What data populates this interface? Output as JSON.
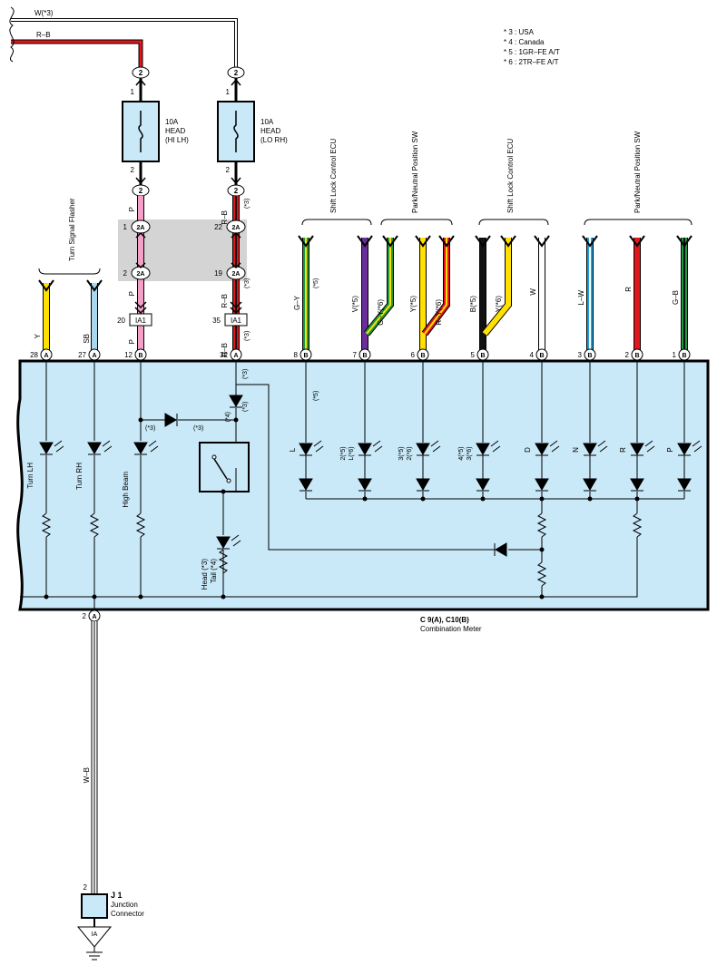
{
  "notes": [
    "* 3 : USA",
    "* 4 : Canada",
    "* 5 : 1GR–FE A/T",
    "* 6 : 2TR–FE A/T"
  ],
  "colors": {
    "W": "#ffffff",
    "R": "#e0161b",
    "B": "#111111",
    "P": "#f39fc6",
    "Y": "#ffe000",
    "SB": "#a8d8f0",
    "G": "#1e9a3c",
    "V": "#6a2d9a",
    "L": "#1aa3de",
    "meter_bg": "#c9e8f8",
    "gray_block": "#d4d4d4"
  },
  "top_wires": {
    "w": "W(*3)",
    "rb": "R–B"
  },
  "fuses": [
    {
      "id": "fuse-hi-lh",
      "amp": "10A",
      "name": "HEAD",
      "side": "(HI LH)",
      "pin_top_conn": "2",
      "pin_top": "1",
      "pin_bot": "2",
      "pin_bot_conn": "2"
    },
    {
      "id": "fuse-lo-rh",
      "amp": "10A",
      "name": "HEAD",
      "side": "(LO RH)",
      "pin_top_conn": "2",
      "pin_top": "1",
      "pin_bot": "2",
      "pin_bot_conn": "2"
    }
  ],
  "wire_p": "P",
  "wire_rb": "R–B",
  "wire_rb_note": "(*3)",
  "gray_connectors": {
    "c1": "2A",
    "c1_left_pin": "1",
    "c2_left_pin": "2",
    "c1_right_pin": "22",
    "c2_right_pin": "19"
  },
  "ia1": {
    "label": "IA1",
    "left_pin": "20",
    "right_pin": "35"
  },
  "devices": {
    "turn_flasher": "Turn Signal Flasher",
    "shift_lock_1": "Shift Lock Control ECU",
    "park_neutral_1": "Park/Neutral Position SW",
    "shift_lock_2": "Shift Lock Control ECU",
    "park_neutral_2": "Park/Neutral Position SW"
  },
  "meter_pins": [
    {
      "pin": "28",
      "conn": "A",
      "wire": "Y"
    },
    {
      "pin": "27",
      "conn": "A",
      "wire": "SB"
    },
    {
      "pin": "12",
      "conn": "B",
      "wire": "P"
    },
    {
      "pin": "32",
      "conn": "A",
      "wire": "R–B"
    },
    {
      "pin": "8",
      "conn": "B",
      "wire": "G–Y",
      "note": "(*5)"
    },
    {
      "pin": "7",
      "conn": "B",
      "wire": "V(*5)"
    },
    {
      "pin": "",
      "conn": "",
      "wire": "G–Y(*6)"
    },
    {
      "pin": "6",
      "conn": "B",
      "wire": "Y(*5)"
    },
    {
      "pin": "",
      "conn": "",
      "wire": "R–Y(*6)"
    },
    {
      "pin": "5",
      "conn": "B",
      "wire": "B(*5)"
    },
    {
      "pin": "",
      "conn": "",
      "wire": "Y(*6)"
    },
    {
      "pin": "4",
      "conn": "B",
      "wire": "W"
    },
    {
      "pin": "3",
      "conn": "B",
      "wire": "L–W"
    },
    {
      "pin": "2",
      "conn": "B",
      "wire": "R"
    },
    {
      "pin": "1",
      "conn": "B",
      "wire": "G–B"
    }
  ],
  "leds_left": {
    "turn_lh": "Turn LH",
    "turn_rh": "Turn RH",
    "high_beam": "High Beam"
  },
  "leds_right": [
    "L",
    "2(*5)\nL(*6)",
    "3(*5)\n2(*6)",
    "4(*5)\n3(*6)",
    "D",
    "N",
    "R",
    "P"
  ],
  "meter_notes": {
    "n3a": "(*3)",
    "n3b": "(*3)",
    "n4": "(*4)",
    "n3c": "(*3)",
    "n3d": "(*3)",
    "n5": "(*5)"
  },
  "head_tail": {
    "head": "Head (*3)",
    "tail": "Tail (*4)"
  },
  "meter": {
    "id": "C 9(A), C10(B)",
    "name": "Combination Meter",
    "ground_pin": "2",
    "ground_conn": "A"
  },
  "ground_wire": "W–B",
  "junction": {
    "pin": "2",
    "id": "J 1",
    "name1": "Junction",
    "name2": "Connector",
    "ground": "IA"
  }
}
